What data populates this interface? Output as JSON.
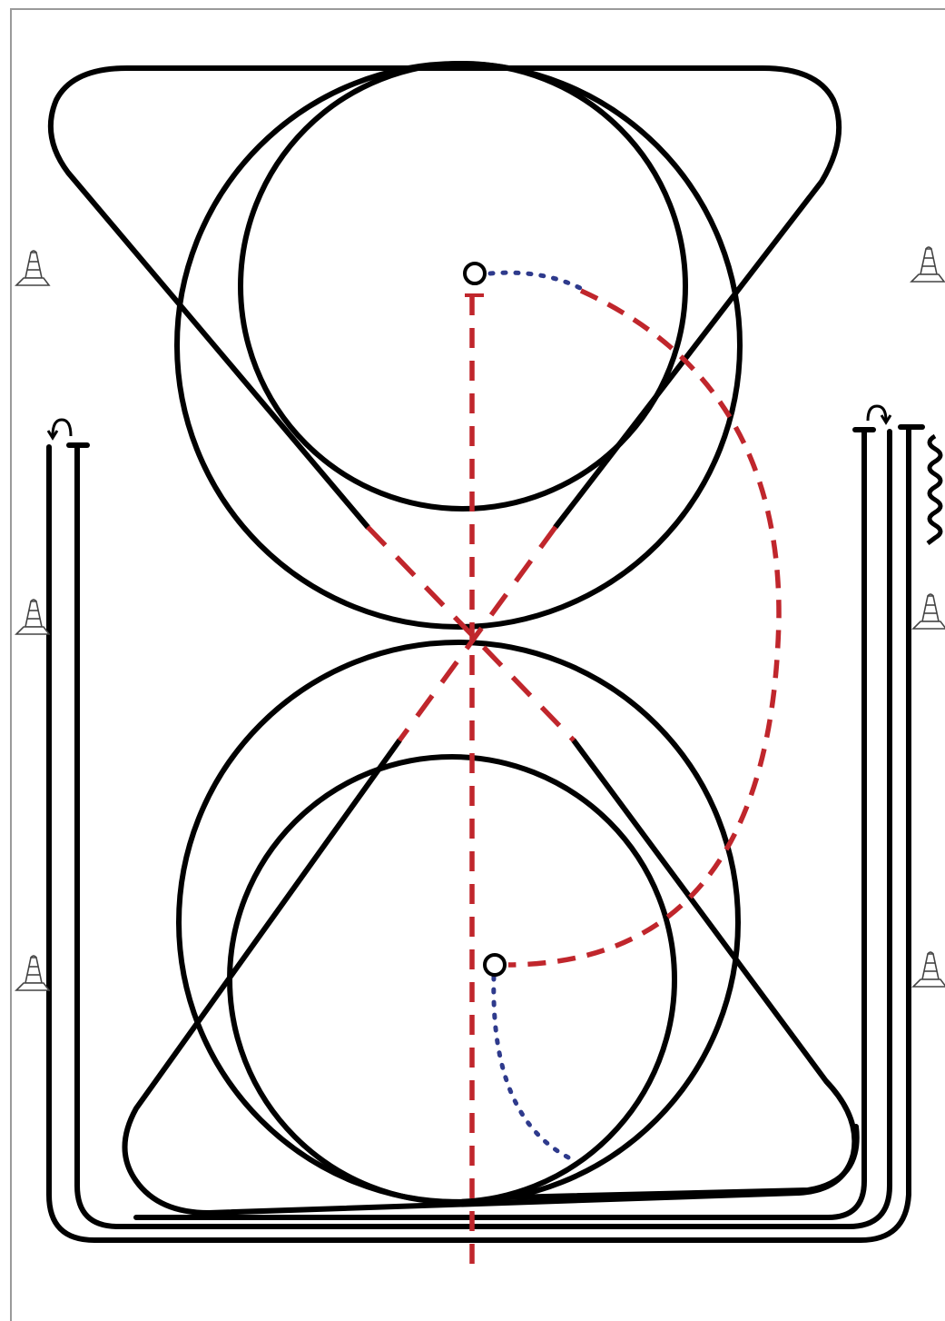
{
  "diagram": {
    "type": "dressage-arena-pattern",
    "colors": {
      "track": "#000000",
      "red_dashed_line": "#c0262c",
      "blue_dotted_line": "#2e3a8c",
      "cone": "#444444",
      "border": "#9a9a9a",
      "background": "#ffffff"
    },
    "elements": [
      "arena-border",
      "outer-track-loop-1",
      "outer-track-loop-2",
      "outer-track-loop-3",
      "outer-track-loop-4",
      "upper-triangle-track",
      "lower-triangle-track",
      "upper-large-circle",
      "upper-small-circle",
      "lower-large-circle",
      "lower-small-circle",
      "red-dashed-centerline",
      "red-dashed-diagonal-a",
      "red-dashed-diagonal-b",
      "red-dashed-arc",
      "blue-dotted-arc-upper",
      "blue-dotted-arc-lower",
      "zigzag-marker"
    ],
    "icons": {
      "cone": "traffic-cone-icon",
      "turn_arrow": "u-turn-arrow-icon",
      "start_marker": "circle-marker-icon"
    }
  }
}
